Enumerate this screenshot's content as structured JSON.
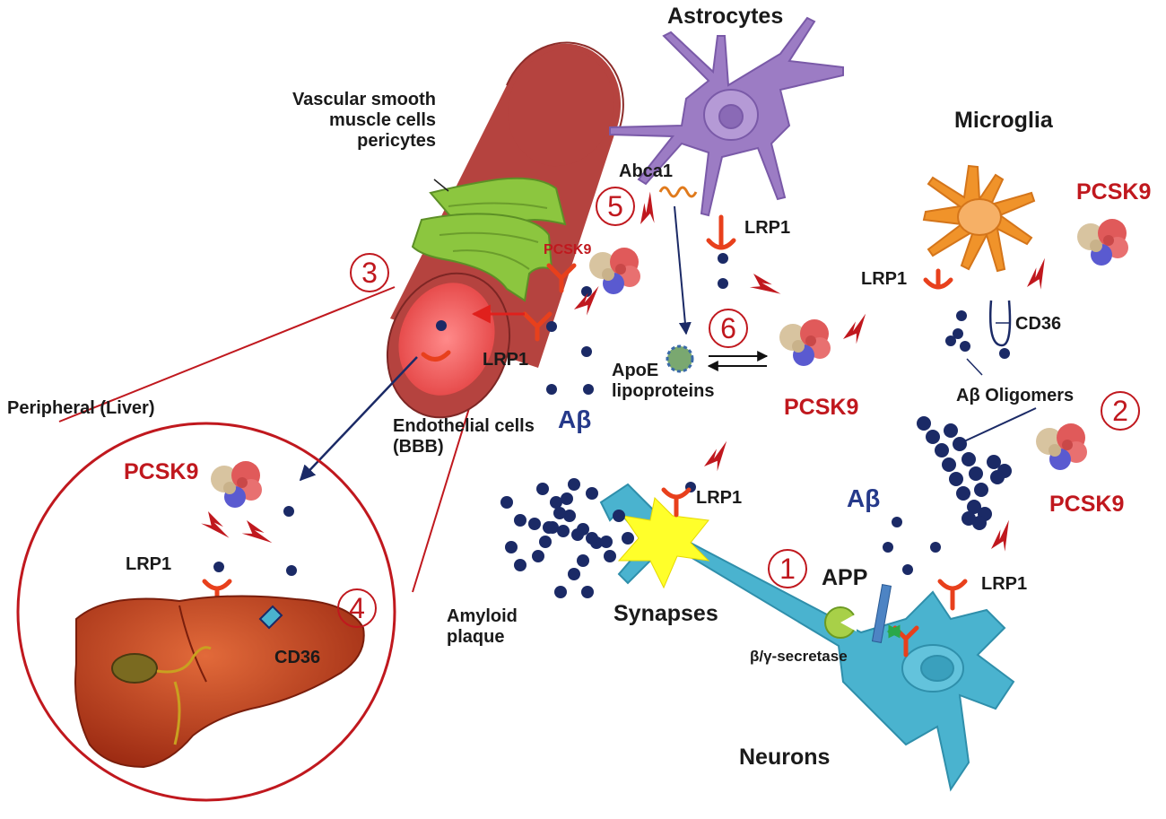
{
  "labels": {
    "astrocytes": "Astrocytes",
    "vascular": "Vascular smooth\nmuscle cells\npericytes",
    "abca1": "Abca1",
    "pcsk9_small": "PCSK9",
    "lrp1_astro": "LRP1",
    "microglia": "Microglia",
    "pcsk9_microglia": "PCSK9",
    "lrp1_microglia": "LRP1",
    "cd36_microglia": "CD36",
    "lrp1_vessel": "LRP1",
    "apoe": "ApoE\nlipoproteins",
    "pcsk9_center": "PCSK9",
    "abeta_oligomers": "Aβ Oligomers",
    "peripheral": "Peripheral (Liver)",
    "endothelial": "Endothelial cells\n(BBB)",
    "abeta_center": "Aβ",
    "pcsk9_liver": "PCSK9",
    "lrp1_synapse": "LRP1",
    "abeta_right": "Aβ",
    "pcsk9_right": "PCSK9",
    "lrp1_liver": "LRP1",
    "app": "APP",
    "lrp1_neuron": "LRP1",
    "amyloid": "Amyloid\nplaque",
    "synapses": "Synapses",
    "cd36_liver": "CD36",
    "secretase": "β/γ-secretase",
    "neurons": "Neurons"
  },
  "numbers": [
    "1",
    "2",
    "3",
    "4",
    "5",
    "6"
  ],
  "colors": {
    "pcsk9_red": "#c0181e",
    "receptor": "#e8401c",
    "abeta": "#1b2a66",
    "vessel": "#b5433f",
    "pericyte_green": "#8cc63f",
    "astrocyte": "#9c7cc4",
    "microglia": "#f0932a",
    "neuron": "#4ab3cf",
    "liver": "#c4451f"
  }
}
